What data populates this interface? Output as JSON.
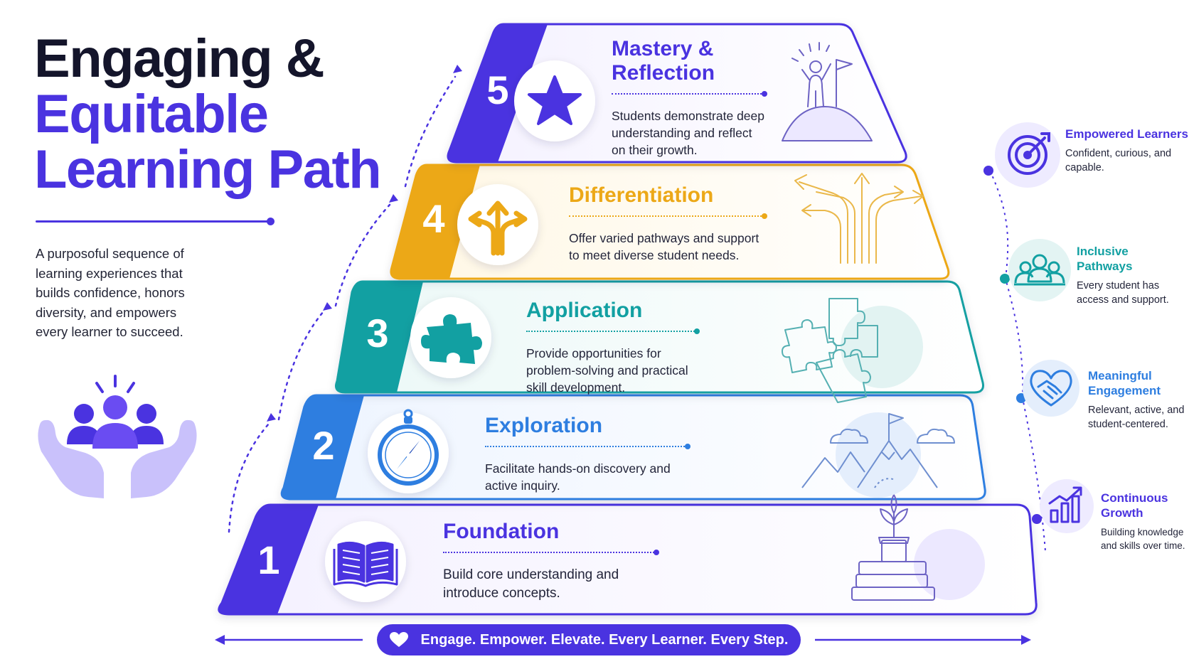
{
  "header": {
    "title_line1": "Engaging &",
    "title_line2": "Equitable",
    "title_line3": "Learning Path",
    "intro": "A purposoful sequence of learning experiences that builds confidence, honors diversity, and empowers every learner to succeed."
  },
  "tiers": [
    {
      "number": "1",
      "title": "Foundation",
      "description": "Build core understanding and introduce concepts.",
      "color": "#4a33e0",
      "icon": "open-book-icon",
      "illustration": "stacked-books-plant"
    },
    {
      "number": "2",
      "title": "Exploration",
      "description": "Facilitate hands-on discovery and active inquiry.",
      "color": "#2e7ee0",
      "icon": "compass-icon",
      "illustration": "mountains-flag"
    },
    {
      "number": "3",
      "title": "Application",
      "description": "Provide opportunities for problem-solving and practical skill development.",
      "color": "#12a0a2",
      "icon": "puzzle-piece-icon",
      "illustration": "puzzle-pieces"
    },
    {
      "number": "4",
      "title": "Differentiation",
      "description": "Offer varied pathways and support to meet diverse student needs.",
      "color": "#eca817",
      "icon": "branching-arrows-icon",
      "illustration": "diverging-arrows"
    },
    {
      "number": "5",
      "title": "Mastery & Reflection",
      "description": "Students demonstrate deep understanding and reflect on their growth.",
      "color": "#4a33e0",
      "icon": "star-icon",
      "illustration": "person-summit-flag"
    }
  ],
  "outcomes": [
    {
      "title": "Empowered Learners",
      "description": "Confident, curious, and capable.",
      "icon": "target-icon",
      "color": "#4a33e0"
    },
    {
      "title": "Inclusive Pathways",
      "description": "Every student has access and support.",
      "icon": "group-icon",
      "color": "#12a0a2"
    },
    {
      "title": "Meaningful Engagement",
      "description": "Relevant, active, and student-centered.",
      "icon": "heart-handshake-icon",
      "color": "#2e7ee0"
    },
    {
      "title": "Continuous Growth",
      "description": "Building knowledge and skills over time.",
      "icon": "growth-chart-icon",
      "color": "#4a33e0"
    }
  ],
  "footer": {
    "tagline": "Engage. Empower. Elevate. Every Learner. Every Step.",
    "icon": "heart-icon"
  }
}
